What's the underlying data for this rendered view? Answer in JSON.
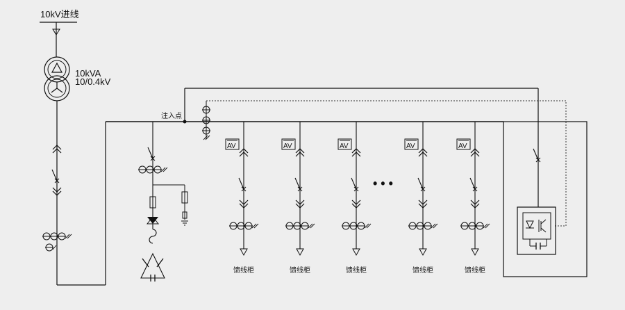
{
  "diagram": {
    "source_label": "10kV进线",
    "transformer": {
      "rating": "10kVA",
      "ratio": "10/0.4kV"
    },
    "injection_point_label": "注入点",
    "meter_label": "AV",
    "feeders": [
      {
        "label": "馈线柜"
      },
      {
        "label": "馈线柜"
      },
      {
        "label": "馈线柜"
      },
      {
        "label": "馈线柜"
      },
      {
        "label": "馈线柜"
      }
    ],
    "ellipsis": "• • •"
  }
}
